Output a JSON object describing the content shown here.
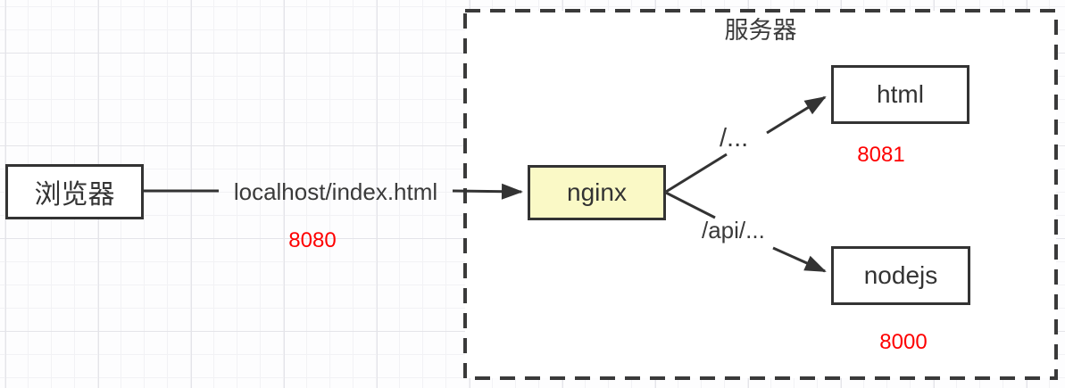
{
  "diagram": {
    "group": {
      "label": "服务器"
    },
    "nodes": {
      "browser": {
        "label": "浏览器"
      },
      "nginx": {
        "label": "nginx"
      },
      "html": {
        "label": "html"
      },
      "nodejs": {
        "label": "nodejs"
      }
    },
    "edges": {
      "browser_to_nginx": {
        "label": "localhost/index.html"
      },
      "nginx_to_html": {
        "label": "/..."
      },
      "nginx_to_nodejs": {
        "label": "/api/..."
      }
    },
    "ports": {
      "request": "8080",
      "html": "8081",
      "nodejs": "8000"
    },
    "colors": {
      "nginx_fill": "#faf9c6",
      "node_fill": "#ffffff",
      "port_text": "#fe0000",
      "line": "#333333"
    }
  }
}
